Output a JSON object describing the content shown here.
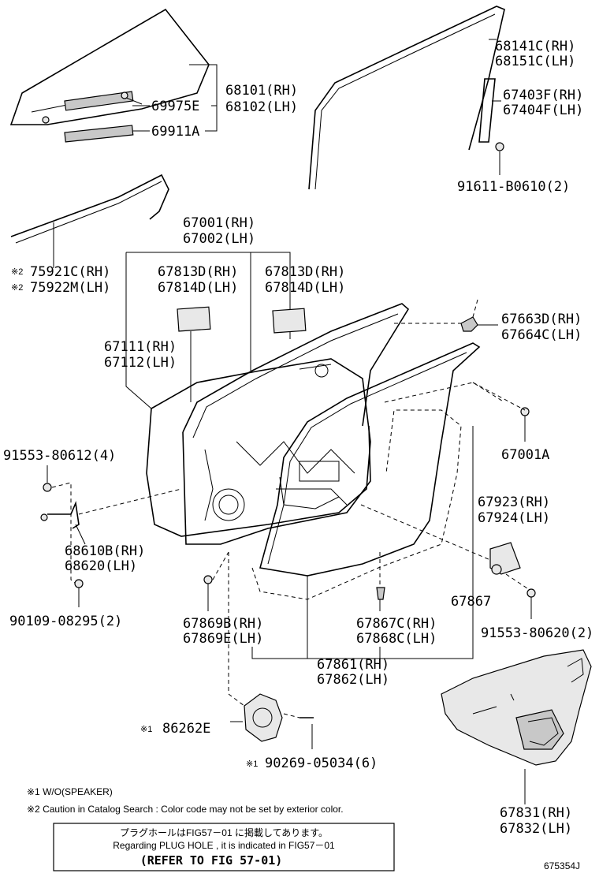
{
  "parts": {
    "p68141": "68141C(RH)",
    "p68151": "68151C(LH)",
    "p67403": "67403F(RH)",
    "p67404": "67404F(LH)",
    "p91611": "91611-B0610(2)",
    "p68101": "68101(RH)",
    "p68102": "68102(LH)",
    "p69975": "69975E",
    "p69911": "69911A",
    "p67001": "67001(RH)",
    "p67002": "67002(LH)",
    "p75921": "75921C(RH)",
    "p75922": "75922M(LH)",
    "mark2a": "※2",
    "mark2b": "※2",
    "p67813a": "67813D(RH)",
    "p67814a": "67814D(LH)",
    "p67813b": "67813D(RH)",
    "p67814b": "67814D(LH)",
    "p67663": "67663D(RH)",
    "p67664": "67664C(LH)",
    "p67111": "67111(RH)",
    "p67112": "67112(LH)",
    "p91553a": "91553-80612(4)",
    "p67001A": "67001A",
    "p67923": "67923(RH)",
    "p67924": "67924(LH)",
    "p68610": "68610B(RH)",
    "p68620": "68620(LH)",
    "p90109": "90109-08295(2)",
    "p67867": "67867",
    "p67869b": "67869B(RH)",
    "p67869e": "67869E(LH)",
    "p67867c": "67867C(RH)",
    "p67868c": "67868C(LH)",
    "p91553b": "91553-80620(2)",
    "p67861": "67861(RH)",
    "p67862": "67862(LH)",
    "mark1a": "※1",
    "p86262": "86262E",
    "mark1b": "※1",
    "p90269": "90269-05034(6)",
    "p67831": "67831(RH)",
    "p67832": "67832(LH)"
  },
  "notes": {
    "n1": "※1 W/O(SPEAKER)",
    "n2": "※2 Caution in Catalog Search : Color code may not be set by exterior color."
  },
  "ref_box": {
    "jp": "プラグホールはFIG57－01 に掲載してあります。",
    "en": "Regarding PLUG HOLE , it is indicated in FIG57－01",
    "ref": "(REFER TO FIG 57-01)"
  },
  "figure_id": "675354J"
}
